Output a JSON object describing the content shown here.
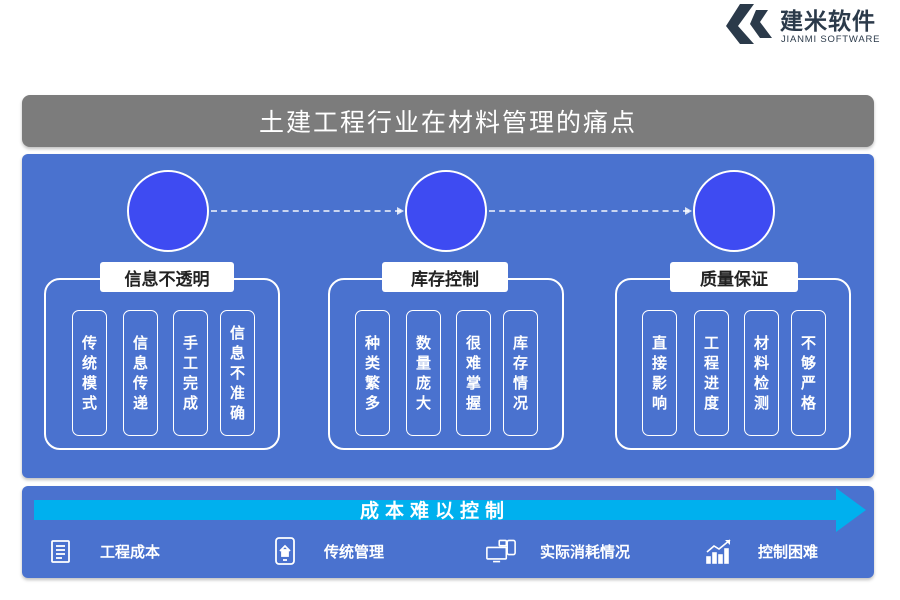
{
  "logo": {
    "name_cn": "建米软件",
    "name_en": "JIANMI SOFTWARE"
  },
  "title": "土建工程行业在材料管理的痛点",
  "groups": [
    {
      "label": "信息不透明",
      "items": [
        "传统模式",
        "信息传递",
        "手工完成",
        "信息不准确"
      ]
    },
    {
      "label": "库存控制",
      "items": [
        "种类繁多",
        "数量庞大",
        "很难掌握",
        "库存情况"
      ]
    },
    {
      "label": "质量保证",
      "items": [
        "直接影响",
        "工程进度",
        "材料检测",
        "不够严格"
      ]
    }
  ],
  "bottom": {
    "banner": "成本难以控制",
    "items": [
      {
        "label": "工程成本",
        "icon": "document-icon"
      },
      {
        "label": "传统管理",
        "icon": "tablet-home-icon"
      },
      {
        "label": "实际消耗情况",
        "icon": "devices-icon"
      },
      {
        "label": "控制困难",
        "icon": "growth-chart-icon"
      }
    ]
  },
  "colors": {
    "panel": "#4a72cf",
    "circle": "#3e4bf2",
    "title_bar": "#7c7c7c",
    "arrow": "#00b0ee"
  }
}
